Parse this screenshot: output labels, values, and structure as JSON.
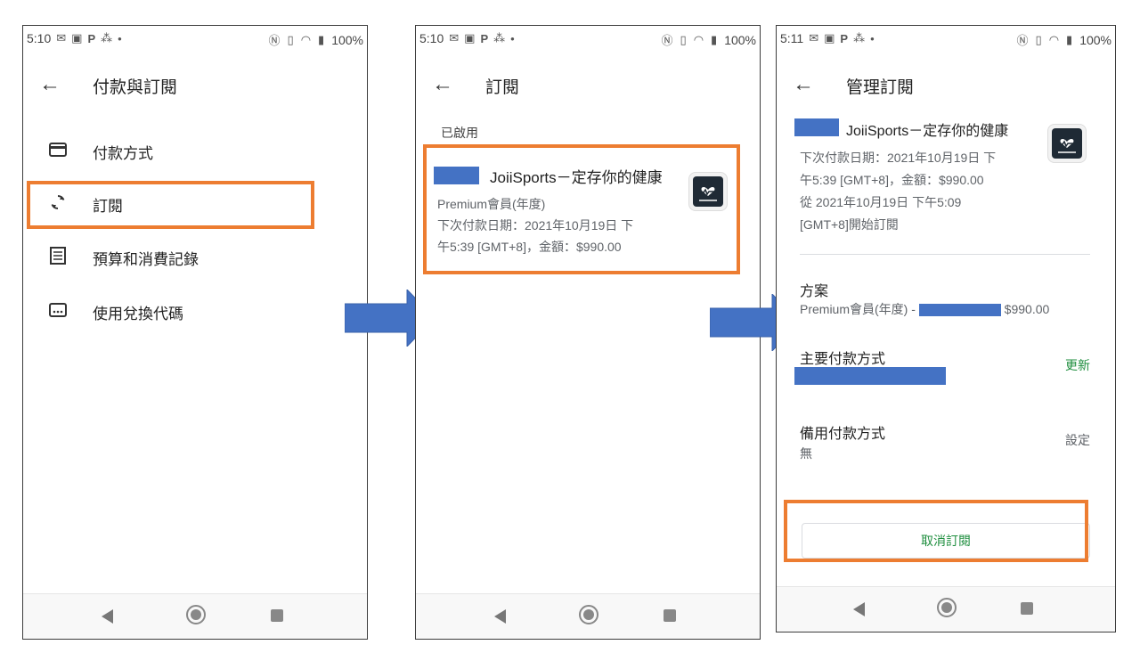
{
  "status": {
    "phone1_time": "5:10",
    "phone2_time": "5:10",
    "phone3_time": "5:11",
    "battery": "100%"
  },
  "screen1": {
    "title": "付款與訂閱",
    "items": [
      {
        "label": "付款方式",
        "icon": "credit-card-icon"
      },
      {
        "label": "訂閱",
        "icon": "sync-icon"
      },
      {
        "label": "預算和消費記錄",
        "icon": "receipt-icon"
      },
      {
        "label": "使用兌換代碼",
        "icon": "redeem-code-icon"
      }
    ]
  },
  "screen2": {
    "title": "訂閱",
    "section": "已啟用",
    "app_name": "JoiiSports－定存你的健康",
    "plan": "Premium會員(年度)",
    "billing_line1": "下次付款日期：2021年10月19日 下",
    "billing_line2": "午5:39 [GMT+8]，金額：$990.00"
  },
  "screen3": {
    "title": "管理訂閱",
    "app_name": "JoiiSports－定存你的健康",
    "detail_line1": "下次付款日期：2021年10月19日 下",
    "detail_line2": "午5:39 [GMT+8]，金額：$990.00",
    "detail_line3": "從 2021年10月19日 下午5:09",
    "detail_line4": "[GMT+8]開始訂閱",
    "plan_title": "方案",
    "plan_value_prefix": "Premium會員(年度) -",
    "plan_price": "$990.00",
    "primary_payment_title": "主要付款方式",
    "update_label": "更新",
    "backup_payment_title": "備用付款方式",
    "backup_payment_value": "無",
    "set_label": "設定",
    "cancel_label": "取消訂閱"
  },
  "colors": {
    "highlight": "#ed7d31",
    "arrow": "#4472c4",
    "redaction": "#4472c4",
    "accent_green": "#1e8e3e"
  }
}
